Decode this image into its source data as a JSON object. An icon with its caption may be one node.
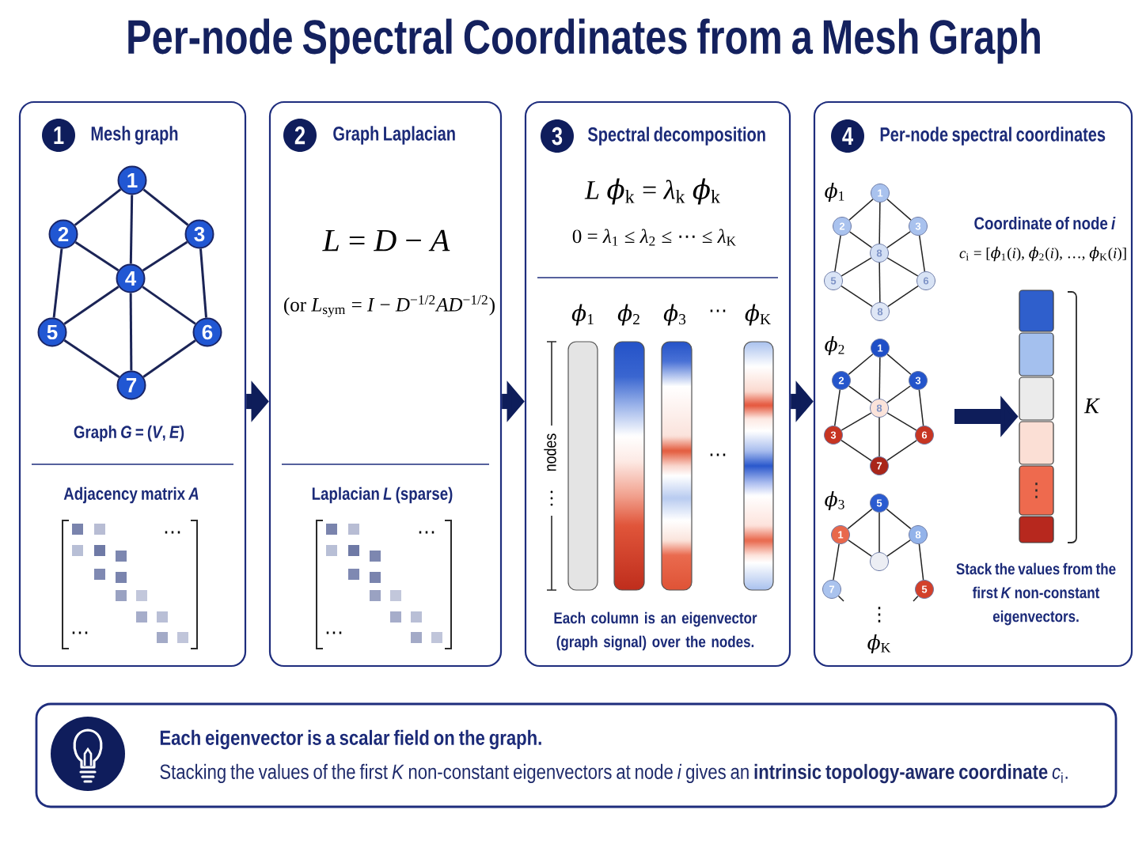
{
  "diagram": {
    "title": "Per-node Spectral Coordinates from a Mesh Graph",
    "nodes": [
      {
        "text": [
          "Mesh graph",
          "Graph *G* = (*V*, *E*)",
          "Adjacency matrix *A*"
        ]
      },
      {
        "text": [
          "1"
        ],
        "in": 0
      },
      {
        "text": [
          "1"
        ],
        "in": 0
      },
      {
        "text": [
          "2"
        ],
        "in": 0
      },
      {
        "text": [
          "3"
        ],
        "in": 0
      },
      {
        "text": [
          "4"
        ],
        "in": 0
      },
      {
        "text": [
          "5"
        ],
        "in": 0
      },
      {
        "text": [
          "6"
        ],
        "in": 0
      },
      {
        "text": [
          "7"
        ],
        "in": 0
      },
      {
        "text": [
          "Graph Laplacian",
          "*L* = *D* − *A*",
          "(or *L*$_{sym}$ = *I* − *D*$^{−1/2}$*AD*$^{−1/2}$)",
          "Laplacian *L* (sparse)"
        ]
      },
      {
        "text": [
          "2"
        ],
        "in": 9
      },
      {
        "text": [
          "Spectral decomposition",
          "*L* *ϕ*$_{k}$ = *λ*$_{k}$ *ϕ*$_{k}$",
          "0 = *λ*$_{1}$ ≤ *λ*$_{2}$ ≤ ⋯ ≤ *λ*$_{K}$",
          "Each column is an eigenvector (graph signal) over the nodes."
        ]
      },
      {
        "text": [
          "3"
        ],
        "in": 11
      },
      {
        "text": [
          "Per-node spectral coordinates",
          "Coordinate of node *i*",
          "*c*$_{i}$ = [*ϕ*$_{1}$(*i*), *ϕ*$_{2}$(*i*), …, *ϕ*$_{K}$(*i*)]",
          "Stack the values from the first *K* non-constant eigenvectors."
        ]
      },
      {
        "text": [
          "4"
        ],
        "in": 13
      },
      {
        "text": [
          "1"
        ],
        "in": 13
      },
      {
        "text": [
          "2"
        ],
        "in": 13
      },
      {
        "text": [
          "3"
        ],
        "in": 13
      },
      {
        "text": [
          "8"
        ],
        "in": 13
      },
      {
        "text": [
          "5"
        ],
        "in": 13
      },
      {
        "text": [
          "6"
        ],
        "in": 13
      },
      {
        "text": [
          "8"
        ],
        "in": 13
      },
      {
        "text": [
          "1"
        ],
        "in": 13
      },
      {
        "text": [
          "2"
        ],
        "in": 13
      },
      {
        "text": [
          "3"
        ],
        "in": 13
      },
      {
        "text": [
          "8"
        ],
        "in": 13
      },
      {
        "text": [
          "3"
        ],
        "in": 13
      },
      {
        "text": [
          "6"
        ],
        "in": 13
      },
      {
        "text": [
          "7"
        ],
        "in": 13
      },
      {
        "text": [
          "5"
        ],
        "in": 13
      },
      {
        "text": [
          "1"
        ],
        "in": 13
      },
      {
        "text": [
          "8"
        ],
        "in": 13
      },
      {
        "text": [],
        "shape": "circle",
        "in": 13
      },
      {
        "text": [
          "7"
        ],
        "in": 13
      },
      {
        "text": [
          "5"
        ],
        "in": 13
      },
      {
        "text": [
          "⋮"
        ],
        "beside": [
          "*K*"
        ],
        "in": 13
      },
      {
        "text": [
          "Each eigenvector is a scalar field on the graph.",
          "Stacking the values of the first *K* non-constant eigenvectors at node *i* gives an **intrinsic topology-aware coordinate** *c*$_{i}$."
        ]
      }
    ],
    "edges": [
      {
        "from": 2,
        "to": 3,
        "arrow": "none",
        "color": "#1b2456"
      },
      {
        "from": 2,
        "to": 4,
        "arrow": "none",
        "color": "#1b2456"
      },
      {
        "from": 2,
        "to": 5,
        "arrow": "none",
        "color": "#1b2456"
      },
      {
        "from": 3,
        "to": 5,
        "arrow": "none",
        "color": "#1b2456"
      },
      {
        "from": 4,
        "to": 5,
        "arrow": "none",
        "color": "#1b2456"
      },
      {
        "from": 3,
        "to": 6,
        "arrow": "none",
        "color": "#1b2456"
      },
      {
        "from": 4,
        "to": 7,
        "arrow": "none",
        "color": "#1b2456"
      },
      {
        "from": 5,
        "to": 6,
        "arrow": "none",
        "color": "#1b2456"
      },
      {
        "from": 5,
        "to": 7,
        "arrow": "none",
        "color": "#1b2456"
      },
      {
        "from": 5,
        "to": 8,
        "arrow": "none",
        "color": "#1b2456"
      },
      {
        "from": 6,
        "to": 8,
        "arrow": "none",
        "color": "#1b2456"
      },
      {
        "from": 7,
        "to": 8,
        "arrow": "none",
        "color": "#1b2456"
      },
      {
        "from": 0,
        "to": 9,
        "arrow": "to",
        "style": "thick",
        "color": "#0e1d5a"
      },
      {
        "from": 9,
        "to": 11,
        "arrow": "to",
        "style": "thick",
        "color": "#0e1d5a"
      },
      {
        "from": 11,
        "to": 13,
        "arrow": "to",
        "style": "thick",
        "color": "#0e1d5a"
      },
      {
        "from": 15,
        "to": 16,
        "arrow": "none"
      },
      {
        "from": 15,
        "to": 17,
        "arrow": "none"
      },
      {
        "from": 15,
        "to": 18,
        "arrow": "none"
      },
      {
        "from": 16,
        "to": 18,
        "arrow": "none"
      },
      {
        "from": 17,
        "to": 18,
        "arrow": "none"
      },
      {
        "from": 16,
        "to": 19,
        "arrow": "none"
      },
      {
        "from": 17,
        "to": 20,
        "arrow": "none"
      },
      {
        "from": 18,
        "to": 19,
        "arrow": "none"
      },
      {
        "from": 18,
        "to": 20,
        "arrow": "none"
      },
      {
        "from": 18,
        "to": 21,
        "arrow": "none"
      },
      {
        "from": 19,
        "to": 21,
        "arrow": "none"
      },
      {
        "from": 20,
        "to": 21,
        "arrow": "none"
      },
      {
        "from": 22,
        "to": 23,
        "arrow": "none"
      },
      {
        "from": 22,
        "to": 24,
        "arrow": "none"
      },
      {
        "from": 22,
        "to": 25,
        "arrow": "none"
      },
      {
        "from": 23,
        "to": 25,
        "arrow": "none"
      },
      {
        "from": 24,
        "to": 25,
        "arrow": "none"
      },
      {
        "from": 23,
        "to": 26,
        "arrow": "none"
      },
      {
        "from": 24,
        "to": 27,
        "arrow": "none"
      },
      {
        "from": 25,
        "to": 26,
        "arrow": "none"
      },
      {
        "from": 25,
        "to": 27,
        "arrow": "none"
      },
      {
        "from": 25,
        "to": 28,
        "arrow": "none"
      },
      {
        "from": 26,
        "to": 28,
        "arrow": "none"
      },
      {
        "from": 27,
        "to": 28,
        "arrow": "none"
      },
      {
        "from": 29,
        "to": 30,
        "arrow": "none"
      },
      {
        "from": 29,
        "to": 31,
        "arrow": "none"
      },
      {
        "from": 29,
        "to": 32,
        "arrow": "none"
      },
      {
        "from": 30,
        "to": 32,
        "arrow": "none"
      },
      {
        "from": 31,
        "to": 32,
        "arrow": "none"
      },
      {
        "from": 30,
        "to": 33,
        "arrow": "none"
      },
      {
        "from": 31,
        "to": 34,
        "arrow": "none"
      },
      {
        "from": 33,
        "to": null,
        "arrow": "none"
      },
      {
        "from": 34,
        "to": null,
        "arrow": "none"
      },
      {
        "from": null,
        "to": 35,
        "arrow": "to",
        "style": "thick",
        "color": "#0e1d5a"
      }
    ],
    "labels": [
      "⋯",
      "⋯",
      "⋯",
      "⋯",
      "*ϕ*$_{1}$",
      "*ϕ*$_{2}$",
      "*ϕ*$_{3}$",
      "⋯",
      "*ϕ*$_{K}$",
      "nodes",
      "…",
      "⋯",
      "*ϕ*$_{1}$",
      "*ϕ*$_{2}$",
      "*ϕ*$_{3}$",
      "⋮",
      "*ϕ*$_{K}$"
    ]
  }
}
